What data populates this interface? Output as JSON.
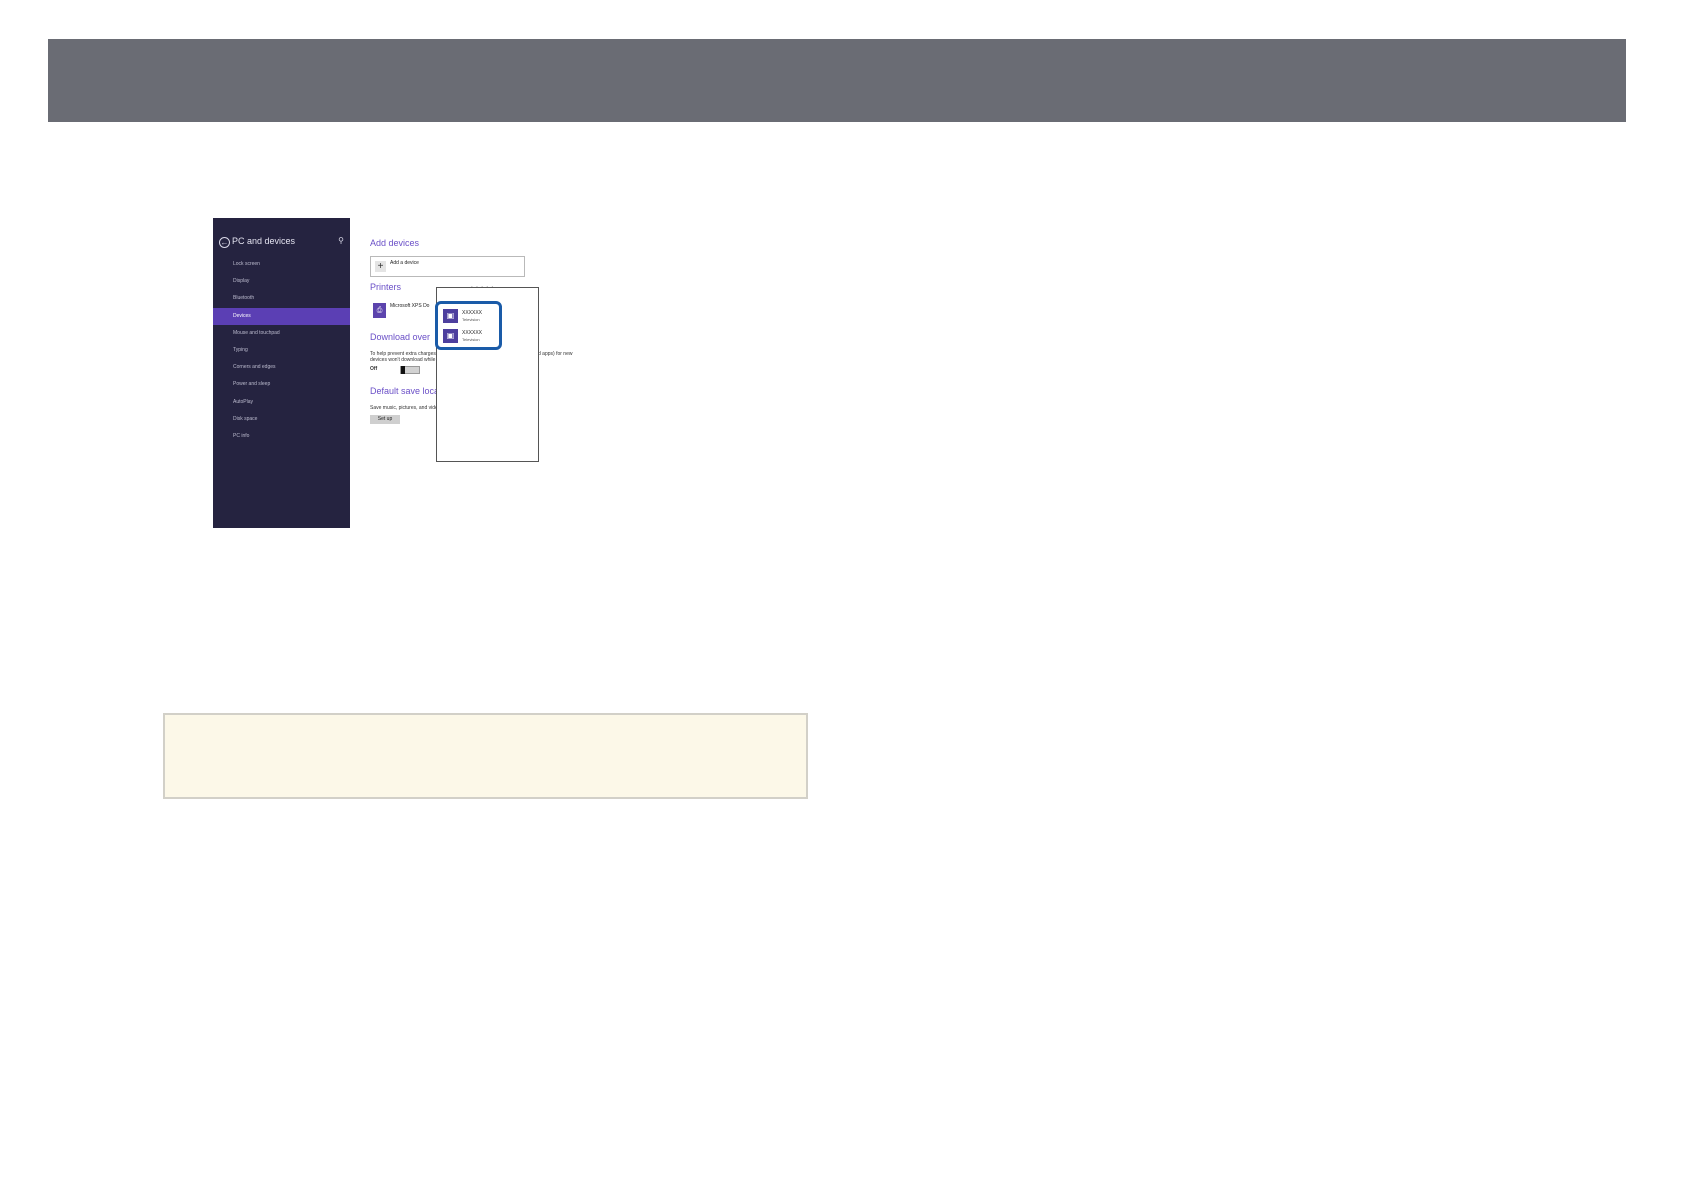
{
  "colors": {
    "header": "#6a6c74",
    "sidebar": "#252340",
    "sidebar_active": "#5b3fb4",
    "accent": "#6a4fc7",
    "highlight_border": "#1a5ba8",
    "note_background": "#fcf8e8"
  },
  "sidebar": {
    "title": "PC and devices",
    "items": [
      {
        "label": "Lock screen"
      },
      {
        "label": "Display"
      },
      {
        "label": "Bluetooth"
      },
      {
        "label": "Devices"
      },
      {
        "label": "Mouse and touchpad"
      },
      {
        "label": "Typing"
      },
      {
        "label": "Corners and edges"
      },
      {
        "label": "Power and sleep"
      },
      {
        "label": "AutoPlay"
      },
      {
        "label": "Disk space"
      },
      {
        "label": "PC info"
      }
    ],
    "active_index": 3
  },
  "content": {
    "add_devices_title": "Add devices",
    "add_device_label": "Add a device",
    "printers_title": "Printers",
    "printer_label": "Microsoft XPS Do",
    "download_title": "Download over",
    "download_text_1": "To help prevent extra charges,",
    "download_text_2": "devices won't download while",
    "download_text_right": "d apps) for new",
    "toggle_label": "Off",
    "default_save_title": "Default save loca",
    "save_text": "Save music, pictures, and vide",
    "setup_label": "Set up"
  },
  "popup": {
    "dots": "• • • • •",
    "devices": [
      {
        "name": "XXXXXX",
        "type": "Television"
      },
      {
        "name": "XXXXXX",
        "type": "Television"
      }
    ]
  }
}
